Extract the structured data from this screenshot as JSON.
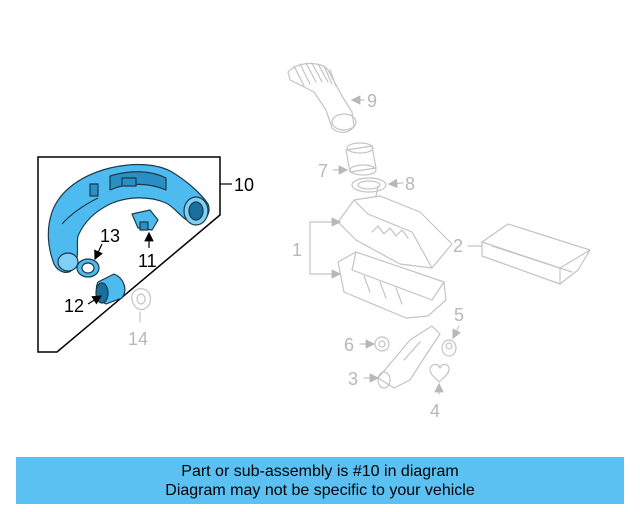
{
  "banner": {
    "line1": "Part or sub-assembly is #10 in diagram",
    "line2": "Diagram may not be specific to your vehicle"
  },
  "callouts": {
    "n1": "1",
    "n2": "2",
    "n3": "3",
    "n4": "4",
    "n5": "5",
    "n6": "6",
    "n7": "7",
    "n8": "8",
    "n9": "9",
    "n10": "10",
    "n11": "11",
    "n12": "12",
    "n13": "13",
    "n14": "14"
  },
  "highlighted_part": "10",
  "colors": {
    "highlight": "#4dbbf0",
    "banner": "#5bc1f2",
    "ghost": "#c4c4c4"
  }
}
